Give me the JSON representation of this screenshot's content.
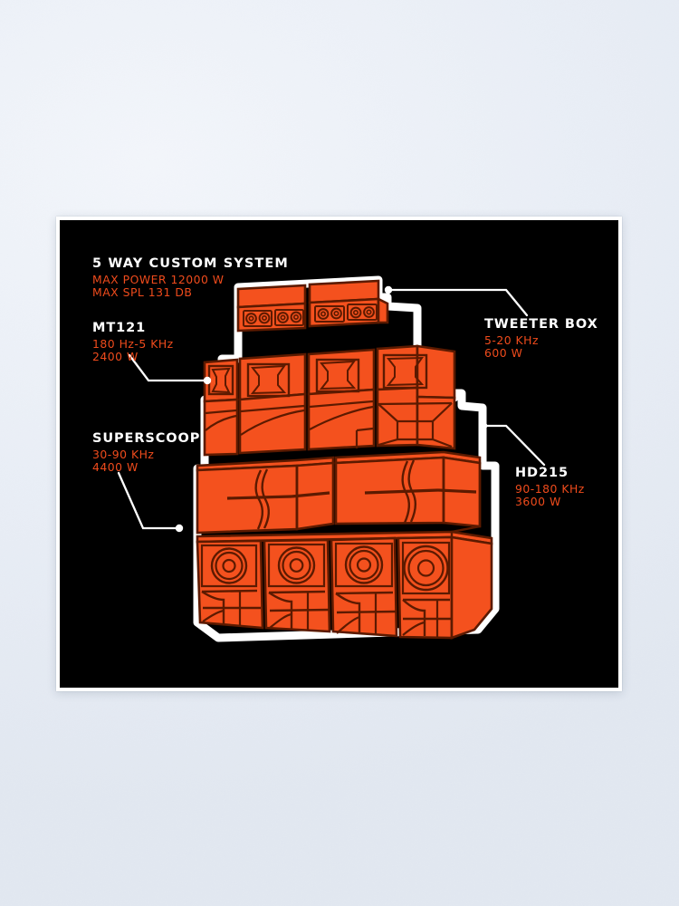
{
  "poster": {
    "background_color": "#000000",
    "accent_color": "#ef4b1c",
    "text_color": "#ffffff",
    "wall_color": "#e9eef6"
  },
  "system": {
    "title": "5 WAY CUSTOM SYSTEM",
    "max_power": "MAX POWER 12000 W",
    "max_spl": "MAX SPL 131 DB"
  },
  "callouts": [
    {
      "id": "mt121",
      "name": "MT121",
      "frequency": "180 Hz-5 KHz",
      "power": "2400 W",
      "side": "left"
    },
    {
      "id": "superscoop",
      "name": "SUPERSCOOP",
      "frequency": "30-90 KHz",
      "power": "4400 W",
      "side": "left"
    },
    {
      "id": "tweeter-box",
      "name": "TWEETER BOX",
      "frequency": "5-20 KHz",
      "power": "600 W",
      "side": "right"
    },
    {
      "id": "hd215",
      "name": "HD215",
      "frequency": "90-180 KHz",
      "power": "3600 W",
      "side": "right"
    }
  ],
  "illustration": {
    "subject": "sound-system-speaker-stack",
    "fill_color": "#f4511e",
    "line_color": "#5c1a00",
    "outline_color": "#ffffff",
    "tiers": [
      {
        "name": "tweeter-boxes",
        "count": 2,
        "drivers_per_box": 4
      },
      {
        "name": "mt121-midrange-horns",
        "count": 4
      },
      {
        "name": "hd215-mid-bass-horns",
        "count": 2
      },
      {
        "name": "superscoop-bass-bins",
        "count": 4
      }
    ]
  }
}
